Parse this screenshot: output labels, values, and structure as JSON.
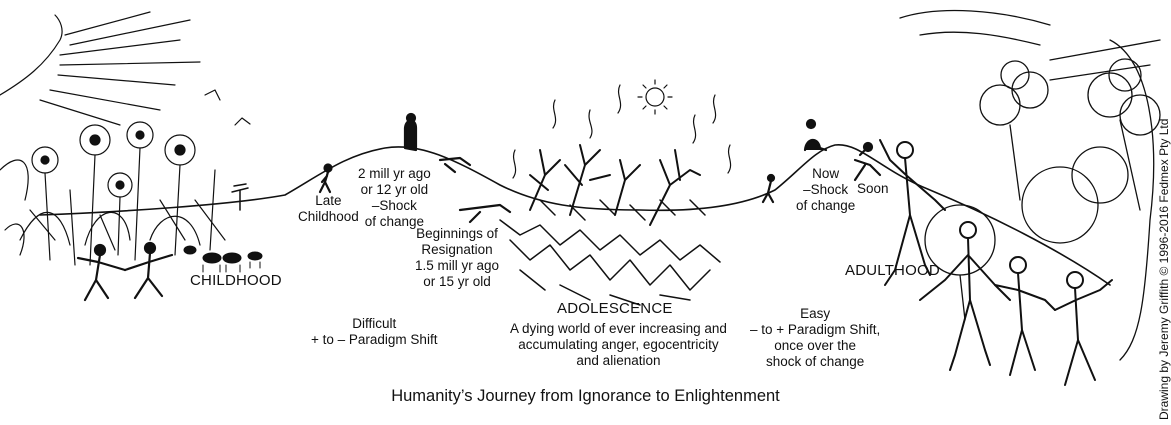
{
  "labels": {
    "late_childhood": "Late\nChildhood",
    "two_mill": "2 mill yr ago\nor 12 yr old\n–Shock\nof change",
    "beginnings": "Beginnings of\nResignation\n1.5 mill yr ago\nor 15 yr old",
    "childhood": "CHILDHOOD",
    "difficult": "Difficult\n+ to – Paradigm Shift",
    "adolescence": "ADOLESCENCE",
    "dying_world": "A dying world of ever increasing and\naccumulating anger, egocentricity\nand alienation",
    "now": "Now\n–Shock\nof change",
    "soon": "Soon",
    "adulthood": "ADULTHOOD",
    "easy": "Easy\n– to + Paradigm Shift,\nonce over the\nshock of change"
  },
  "title": "Humanity’s Journey from Ignorance to Enlightenment",
  "credit": "Drawing by Jeremy Griffith © 1996-2016 Fedmex Pty Ltd"
}
